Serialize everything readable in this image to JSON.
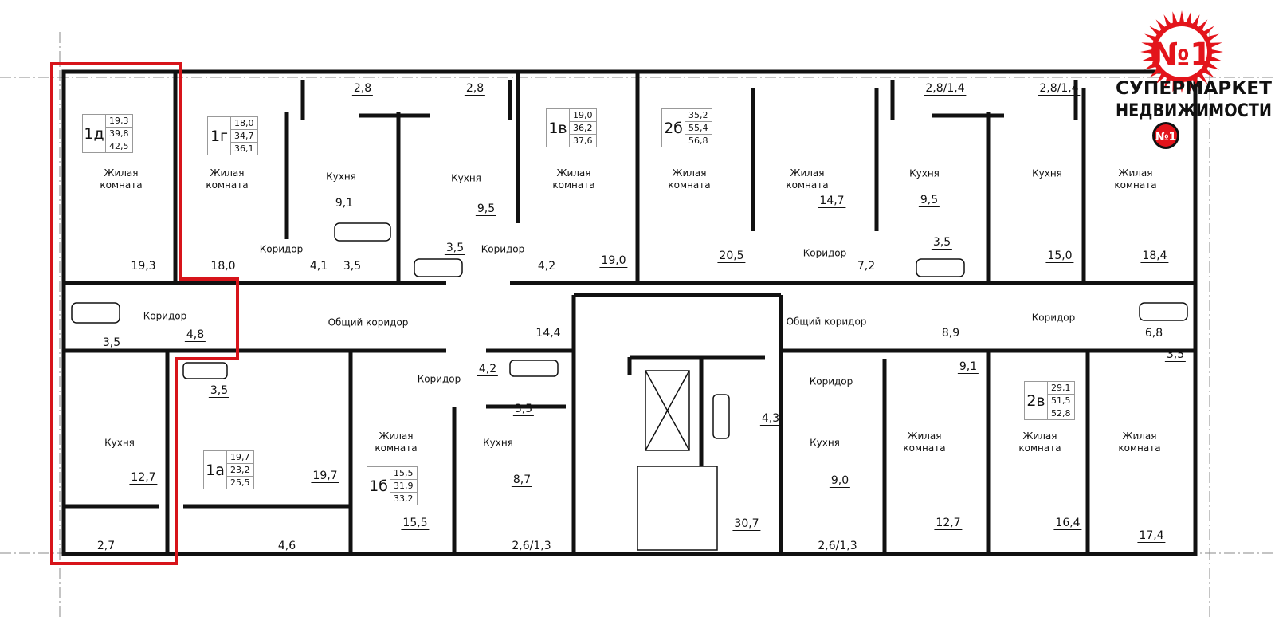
{
  "colors": {
    "wall": "#111111",
    "highlight": "#d7141a",
    "logo_red": "#e3141b"
  },
  "logo": {
    "badge": "№1",
    "line1": "СУПЕРМАРКЕТ",
    "line2": "НЕДВИЖИМОСТИ",
    "small_badge": "№1"
  },
  "apartments": [
    {
      "code": "1д",
      "living": "19,3",
      "total": "39,8",
      "total_with_balcony": "42,5",
      "highlighted": true
    },
    {
      "code": "1г",
      "living": "18,0",
      "total": "34,7",
      "total_with_balcony": "36,1"
    },
    {
      "code": "1в",
      "living": "19,0",
      "total": "36,2",
      "total_with_balcony": "37,6"
    },
    {
      "code": "2б",
      "living": "35,2",
      "total": "55,4",
      "total_with_balcony": "56,8"
    },
    {
      "code": "2в",
      "living": "29,1",
      "total": "51,5",
      "total_with_balcony": "52,8"
    },
    {
      "code": "1а",
      "living": "19,7",
      "total": "23,2",
      "total_with_balcony": "25,5"
    },
    {
      "code": "1б",
      "living": "15,5",
      "total": "31,9",
      "total_with_balcony": "33,2"
    }
  ],
  "room_names": {
    "living": "Жилая комната",
    "kitchen": "Кухня",
    "corridor": "Коридор",
    "common_corridor": "Общий коридор"
  },
  "areas": [
    "2,8",
    "2,8",
    "2,8/1,4",
    "2,8/1,4",
    "9,1",
    "9,5",
    "14,7",
    "9,5",
    "15,0",
    "18,4",
    "19,3",
    "18,0",
    "4,1",
    "3,5",
    "3,5",
    "4,2",
    "19,0",
    "20,5",
    "7,2",
    "3,5",
    "3,5",
    "4,8",
    "14,4",
    "8,9",
    "6,8",
    "3,5",
    "3,5",
    "4,2",
    "3,5",
    "9,1",
    "4,3",
    "12,7",
    "19,7",
    "8,7",
    "9,0",
    "15,5",
    "12,7",
    "16,4",
    "17,4",
    "30,7",
    "2,7",
    "4,6",
    "2,6/1,3",
    "2,6/1,3"
  ]
}
